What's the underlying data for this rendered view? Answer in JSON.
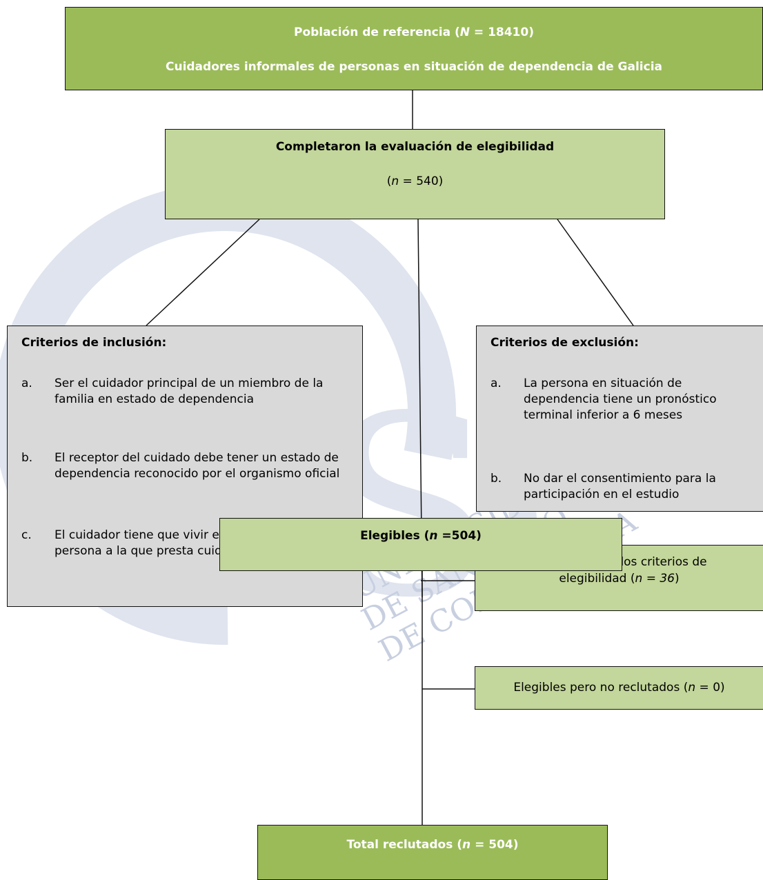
{
  "reference": {
    "title_prefix": "Población de referencia (",
    "title_var": "N",
    "title_suffix": " = 18410)",
    "subtitle": "Cuidadores informales de personas en situación de dependencia de Galicia"
  },
  "eligibility": {
    "title": "Completaron la evaluación de elegibilidad",
    "n_open": "(",
    "n_var": "n",
    "n_suffix": " = 540)"
  },
  "inclusion": {
    "heading": "Criterios de inclusión:",
    "items": [
      {
        "letter": "a.",
        "text": "Ser el cuidador principal de un miembro de la familia en estado de dependencia"
      },
      {
        "letter": "b.",
        "text": "El receptor del cuidado debe tener un estado de dependencia reconocido por el organismo oficial"
      },
      {
        "letter": "c.",
        "text": "El cuidador tiene que vivir en la misma casa que la persona a la que presta cuidados"
      }
    ]
  },
  "exclusion": {
    "heading": "Criterios de exclusión:",
    "items": [
      {
        "letter": "a.",
        "text": "La persona en situación de dependencia tiene un pronóstico terminal inferior a 6 meses"
      },
      {
        "letter": "b.",
        "text": "No dar el consentimiento para la participación en el estudio"
      }
    ]
  },
  "not_met": {
    "line1": "No cumplieron los criterios de",
    "line2_prefix": "elegibilidad (",
    "line2_var": "n",
    "line2_mid": " = ",
    "line2_val": "36",
    "line2_suffix": ")"
  },
  "eligible": {
    "prefix": "Elegibles (",
    "var": "n",
    "suffix": " =504)"
  },
  "not_recruited": {
    "prefix": "Elegibles pero no reclutados (",
    "var": "n",
    "suffix": " = 0)"
  },
  "recruited": {
    "prefix": "Total reclutados (",
    "var": "n",
    "suffix": " = 504)"
  },
  "watermark": {
    "letters": "SC",
    "arc_text_1": "UNIVERSIDADE",
    "arc_text_2": "DE SANTIAGO",
    "arc_text_3": "DE COMPOSTELA"
  },
  "colors": {
    "dark_green": "#9bbb59",
    "light_green": "#c3d69b",
    "gray": "#d9d9d9",
    "watermark": "#dfe4ee"
  }
}
